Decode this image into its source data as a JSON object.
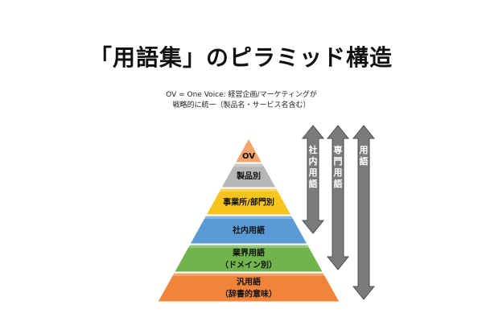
{
  "title": "「用語集」のピラミッド構造",
  "caption": {
    "line1": "OV = One Voice: 経営企画/マーケティングが",
    "line2": "戦略的に統一（製品名・サービス名含む）"
  },
  "tiers": [
    {
      "lines": [
        "OV"
      ],
      "color": "#f0843a"
    },
    {
      "lines": [
        "製品別"
      ],
      "color": "#b7b7b7"
    },
    {
      "lines": [
        "事業所/部門別"
      ],
      "color": "#f6c51c"
    },
    {
      "lines": [
        "社内用語"
      ],
      "color": "#5b9bd5"
    },
    {
      "lines": [
        "業界用語",
        "（ドメイン別）"
      ],
      "color": "#71b34d"
    },
    {
      "lines": [
        "汎用語",
        "（辞書的意味）"
      ],
      "color": "#f0843a"
    }
  ],
  "arrows": [
    {
      "label": "社内用語"
    },
    {
      "label": "専門用語"
    },
    {
      "label": "用語"
    }
  ],
  "colors": {
    "arrow_fill": "#7b7b7b",
    "arrow_edge": "#4e4e4e"
  }
}
